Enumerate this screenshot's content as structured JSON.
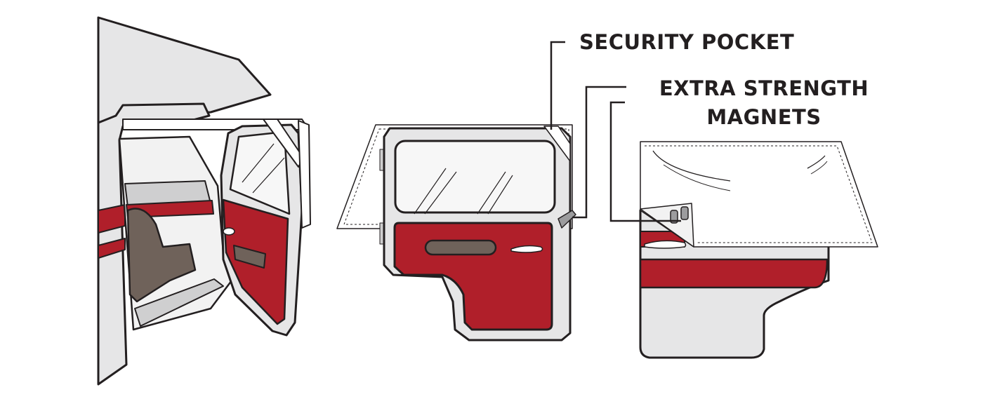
{
  "labels": {
    "security_pocket": "SECURITY POCKET",
    "magnets_line1": "EXTRA STRENGTH",
    "magnets_line2": "MAGNETS"
  },
  "colors": {
    "outline": "#231f20",
    "body_light": "#e6e6e7",
    "body_mid": "#cfcfd0",
    "accent_red": "#b01f2a",
    "interior_brown": "#6f625a",
    "glass": "#f7f7f7"
  }
}
